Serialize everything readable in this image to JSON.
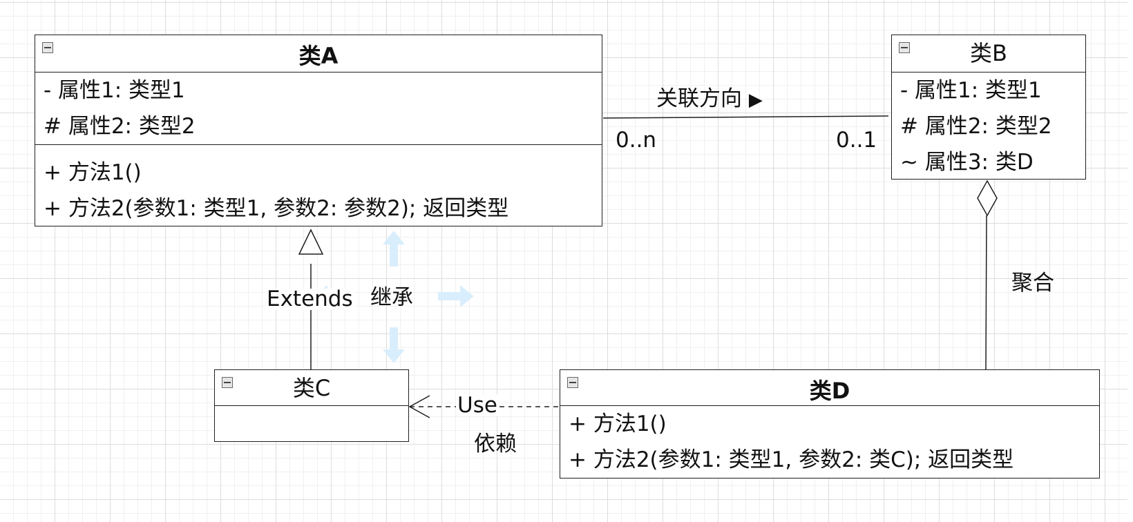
{
  "classes": {
    "a": {
      "name": "类A",
      "attributes": [
        "- 属性1: 类型1",
        "# 属性2: 类型2"
      ],
      "methods": [
        "+ 方法1()",
        "+ 方法2(参数1: 类型1, 参数2: 参数2); 返回类型"
      ]
    },
    "b": {
      "name": "类B",
      "attributes": [
        "- 属性1: 类型1",
        "# 属性2: 类型2",
        "~ 属性3: 类D"
      ]
    },
    "c": {
      "name": "类C"
    },
    "d": {
      "name": "类D",
      "methods": [
        "+ 方法1()",
        "+ 方法2(参数1: 类型1, 参数2: 类C); 返回类型"
      ]
    }
  },
  "relations": {
    "association": {
      "label": "关联方向",
      "direction_glyph": "▶",
      "mult_a": "0..n",
      "mult_b": "0..1"
    },
    "inheritance": {
      "label_en": "Extends",
      "label_cn": "继承"
    },
    "dependency": {
      "label_en": "Use",
      "label_cn": "依赖"
    },
    "aggregation": {
      "label": "聚合"
    }
  },
  "colors": {
    "line": "#1e1e1e",
    "grid": "#dcdcdc",
    "hint_arrow": "#d9eefc"
  },
  "icons": [
    "collapse-icon",
    "hint-arrow-up-icon",
    "hint-arrow-down-icon",
    "hint-arrow-left-icon",
    "hint-arrow-right-icon",
    "direction-triangle-icon"
  ]
}
